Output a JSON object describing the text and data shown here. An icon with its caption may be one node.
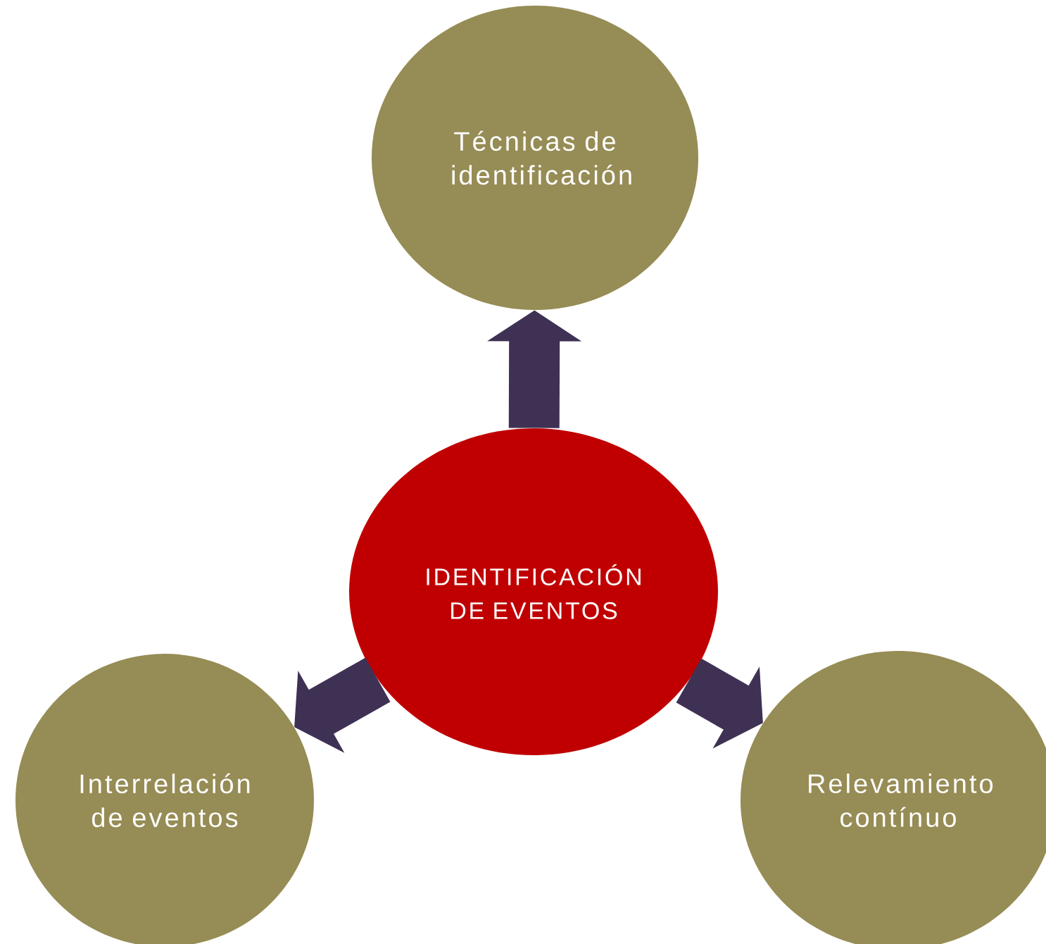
{
  "diagram": {
    "nodes": [
      {
        "text": [
          "IDENTIFICACIÓN DE EVENTOS"
        ]
      },
      {
        "text": [
          "Técnicas de identificación"
        ]
      },
      {
        "text": [
          "Interrelación de eventos"
        ]
      },
      {
        "text": [
          "Relevamiento contínuo"
        ]
      }
    ],
    "edges": [
      {
        "from": 0,
        "to": 1,
        "arrow": "to"
      },
      {
        "from": 0,
        "to": 2,
        "arrow": "to"
      },
      {
        "from": 0,
        "to": 3,
        "arrow": "to"
      }
    ]
  }
}
